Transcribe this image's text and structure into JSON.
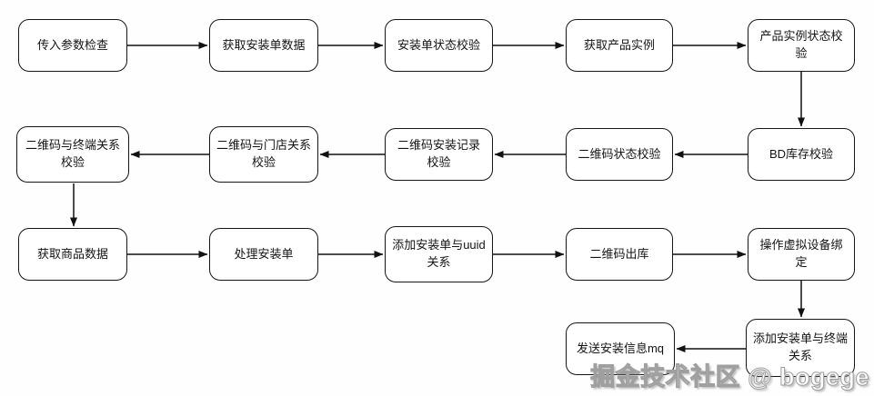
{
  "diagram": {
    "type": "flowchart",
    "nodes": [
      {
        "id": "n1",
        "label": "传入参数检查"
      },
      {
        "id": "n2",
        "label": "获取安装单数据"
      },
      {
        "id": "n3",
        "label": "安装单状态校验"
      },
      {
        "id": "n4",
        "label": "获取产品实例"
      },
      {
        "id": "n5",
        "label": "产品实例状态校验"
      },
      {
        "id": "n6",
        "label": "BD库存校验"
      },
      {
        "id": "n7",
        "label": "二维码状态校验"
      },
      {
        "id": "n8",
        "label": "二维码安装记录校验"
      },
      {
        "id": "n9",
        "label": "二维码与门店关系校验"
      },
      {
        "id": "n10",
        "label": "二维码与终端关系校验"
      },
      {
        "id": "n11",
        "label": "获取商品数据"
      },
      {
        "id": "n12",
        "label": "处理安装单"
      },
      {
        "id": "n13",
        "label": "添加安装单与uuid关系"
      },
      {
        "id": "n14",
        "label": "二维码出库"
      },
      {
        "id": "n15",
        "label": "操作虚拟设备绑定"
      },
      {
        "id": "n16",
        "label": "发送安装信息mq"
      },
      {
        "id": "n17",
        "label": "添加安装单与终端关系"
      }
    ],
    "edges": [
      {
        "from": "n1",
        "to": "n2"
      },
      {
        "from": "n2",
        "to": "n3"
      },
      {
        "from": "n3",
        "to": "n4"
      },
      {
        "from": "n4",
        "to": "n5"
      },
      {
        "from": "n5",
        "to": "n6"
      },
      {
        "from": "n6",
        "to": "n7"
      },
      {
        "from": "n7",
        "to": "n8"
      },
      {
        "from": "n8",
        "to": "n9"
      },
      {
        "from": "n9",
        "to": "n10"
      },
      {
        "from": "n10",
        "to": "n11"
      },
      {
        "from": "n11",
        "to": "n12"
      },
      {
        "from": "n12",
        "to": "n13"
      },
      {
        "from": "n13",
        "to": "n14"
      },
      {
        "from": "n14",
        "to": "n15"
      },
      {
        "from": "n15",
        "to": "n17"
      },
      {
        "from": "n17",
        "to": "n16"
      }
    ],
    "line_color": "#111111",
    "node_border_color": "#151515",
    "node_fill_color": "#ffffff",
    "watermark": "掘金技术社区 @ bogege"
  }
}
